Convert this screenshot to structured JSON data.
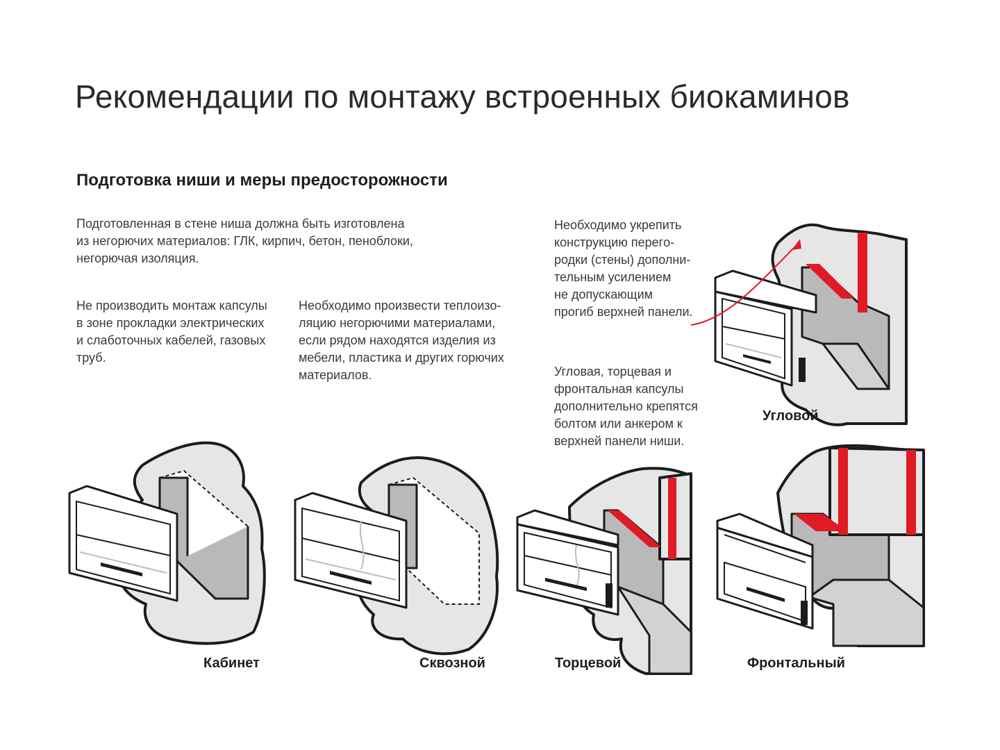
{
  "title": "Рекомендации по монтажу встроенных биокаминов",
  "subtitle": "Подготовка ниши и меры предосторожности",
  "paragraphs": {
    "materials": "Подготовленная в стене ниша должна быть изготовлена\nиз негорючих материалов: ГЛК, кирпич, бетон, пеноблоки,\nнегорючая изоляция.",
    "cables": "Не производить монтаж капсулы\nв зоне прокладки электрических\nи слаботочных кабелей, газовых\nтруб.",
    "insulation": "Необходимо произвести теплоизо-\nляцию негорючими материалами,\nесли рядом находятся изделия из\nмебели, пластика и других горючих\nматериалов.",
    "reinforce": "Необходимо укрепить\nконструкцию перегo-\nродки (стены) дополни-\nтельным усилением\nне допускающим\nпрогиб верхней панели.",
    "mounting": "Угловая, торцевая и\nфронтальная капсулы\nдополнительно крепятся\nболтом или анкером к\nверхней панели ниши."
  },
  "labels": {
    "corner": "Угловой",
    "cabinet": "Кабинет",
    "through": "Сквозной",
    "end": "Торцевой",
    "front": "Фронтальный"
  },
  "colors": {
    "accent": "#e01b24",
    "wall": "#e6e6e6",
    "niche": "#b9b9b9",
    "outline": "#1c1c1c"
  }
}
